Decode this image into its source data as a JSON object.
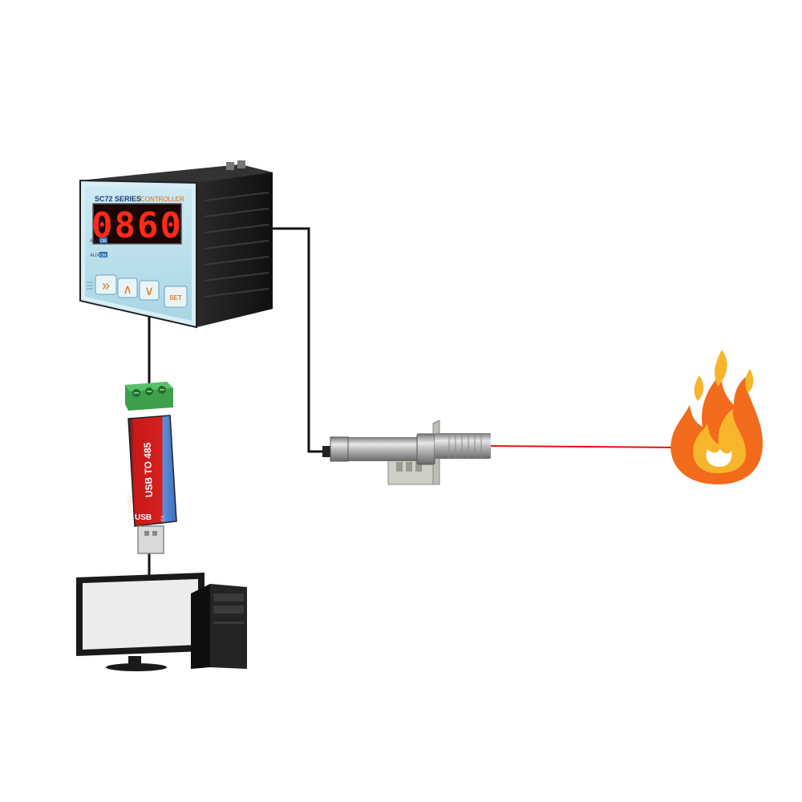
{
  "controller": {
    "brand_label": "SC72 SERIES",
    "model_label": "CONTROLLER",
    "display_value": "0860",
    "indicator_1": "AUX1",
    "indicator_1_state": "ON",
    "indicator_2": "AUX2",
    "indicator_2_state": "ON",
    "buttons": {
      "shift": "»",
      "up": "∧",
      "down": "∨",
      "set": "SET"
    },
    "display_color": "#ff2a1a",
    "faceplate_color": "#bfe4ef"
  },
  "converter": {
    "main_label": "USB TO 485",
    "usb_label": "USB",
    "power_label": "POWER",
    "tx_label": "TX",
    "body_color": "#d42020"
  },
  "sensor": {
    "beam_color": "#e81010"
  },
  "flame": {
    "outer_color": "#f26a1b",
    "inner_color": "#f7b52c"
  },
  "computer": {
    "screen_color": "#ececec",
    "case_color": "#1f1f1f"
  }
}
